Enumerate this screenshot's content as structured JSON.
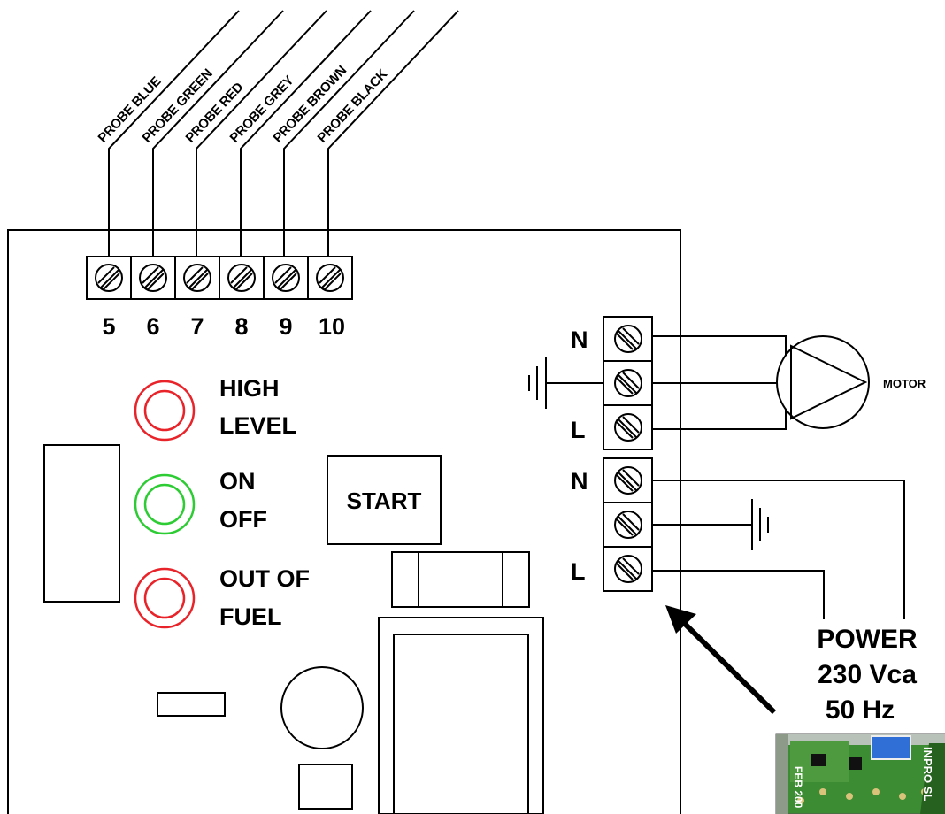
{
  "probes": [
    {
      "label": "PROBE BLUE",
      "terminal": "5"
    },
    {
      "label": "PROBE GREEN",
      "terminal": "6"
    },
    {
      "label": "PROBE RED",
      "terminal": "7"
    },
    {
      "label": "PROBE GREY",
      "terminal": "8"
    },
    {
      "label": "PROBE BROWN",
      "terminal": "9"
    },
    {
      "label": "PROBE BLACK",
      "terminal": "10"
    }
  ],
  "leds": [
    {
      "line1": "HIGH",
      "line2": "LEVEL",
      "color": "#e8242a"
    },
    {
      "line1": "ON",
      "line2": "OFF",
      "color": "#2ecc34"
    },
    {
      "line1": "OUT OF",
      "line2": "FUEL",
      "color": "#e8242a"
    }
  ],
  "start_label": "START",
  "motor_block": {
    "top": "N",
    "bottom": "L"
  },
  "power_block": {
    "top": "N",
    "bottom": "L"
  },
  "motor_label": "MOTOR",
  "power_label": {
    "line1": "POWER",
    "line2": "230 Vca",
    "line3": "50 Hz"
  },
  "photo_text": {
    "t1": "INPRO SL",
    "t2": "FEB 200"
  }
}
